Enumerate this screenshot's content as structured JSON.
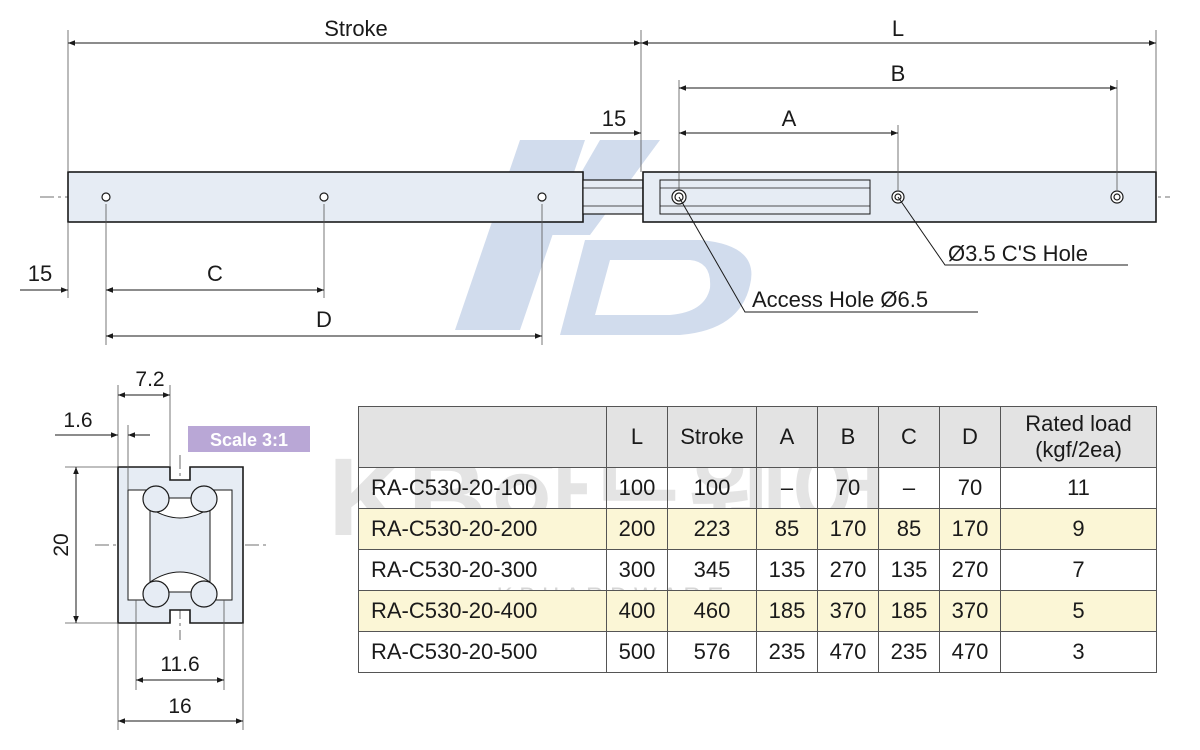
{
  "dimensions": {
    "stroke": "Stroke",
    "L": "L",
    "B": "B",
    "A": "A",
    "C": "C",
    "D": "D",
    "offset_top": "15",
    "offset_left": "15",
    "profile_width_top": "7.2",
    "profile_gap": "1.6",
    "profile_height": "20",
    "profile_inner_width": "11.6",
    "profile_width": "16"
  },
  "callouts": {
    "cs_hole": "Ø3.5 C'S Hole",
    "access_hole": "Access Hole Ø6.5"
  },
  "scale_badge": "Scale 3:1",
  "watermark": {
    "brand": "KB하드웨어",
    "sub": "K B   H A R D W A R E"
  },
  "colors": {
    "rail_fill": "#e6ecf4",
    "logo_watermark": "#c9d6ea",
    "badge_bg": "#b9a7d6",
    "highlight_row": "#fbf6d6",
    "header_bg": "#e3e3e3"
  },
  "table": {
    "headers": [
      "",
      "L",
      "Stroke",
      "A",
      "B",
      "C",
      "D",
      "Rated load\n(kgf/2ea)"
    ],
    "rated_line1": "Rated load",
    "rated_line2": "(kgf/2ea)",
    "rows": [
      {
        "model": "RA-C530-20-100",
        "L": "100",
        "stroke": "100",
        "A": "–",
        "B": "70",
        "C": "–",
        "D": "70",
        "load": "11"
      },
      {
        "model": "RA-C530-20-200",
        "L": "200",
        "stroke": "223",
        "A": "85",
        "B": "170",
        "C": "85",
        "D": "170",
        "load": "9"
      },
      {
        "model": "RA-C530-20-300",
        "L": "300",
        "stroke": "345",
        "A": "135",
        "B": "270",
        "C": "135",
        "D": "270",
        "load": "7"
      },
      {
        "model": "RA-C530-20-400",
        "L": "400",
        "stroke": "460",
        "A": "185",
        "B": "370",
        "C": "185",
        "D": "370",
        "load": "5"
      },
      {
        "model": "RA-C530-20-500",
        "L": "500",
        "stroke": "576",
        "A": "235",
        "B": "470",
        "C": "235",
        "D": "470",
        "load": "3"
      }
    ]
  }
}
